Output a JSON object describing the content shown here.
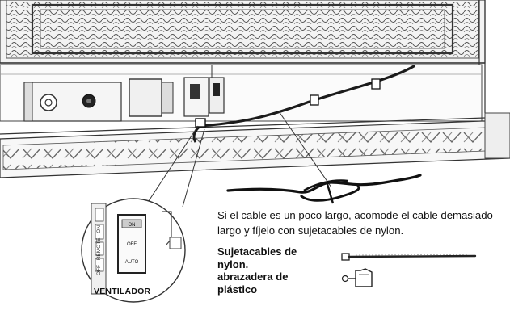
{
  "instruction_text": "Si el cable es un poco largo, acomode el cable demasiado largo y fíjelo con sujetacables de nylon.",
  "parts": {
    "cable_ties_label": "Sujetacables de nylon.",
    "plastic_clamp_label": "abrazadera de plástico"
  },
  "callout": {
    "fan_label": "VENTILADOR",
    "switch_on": "ON",
    "switch_off": "OFF",
    "switch_auto": "AUTO",
    "side_text": "OFF · REMOTE · ON"
  }
}
